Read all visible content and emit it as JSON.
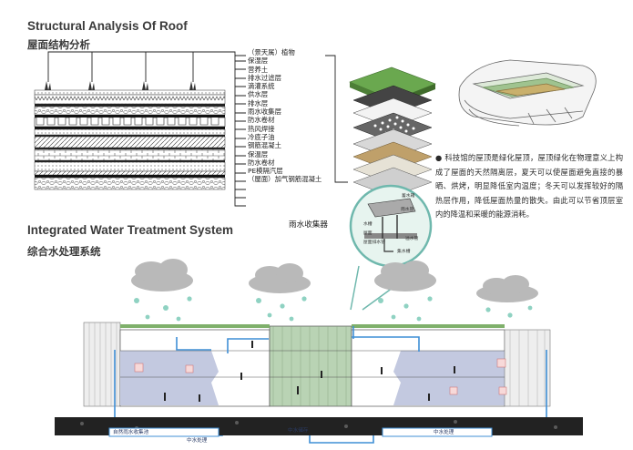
{
  "roof": {
    "title_en": "Structural Analysis Of Roof",
    "title_cn": "屋面结构分析",
    "layers": [
      "（景天属）植物",
      "保湿层",
      "营养土",
      "排水过滤层",
      "滴灌系统",
      "供水层",
      "排水层",
      "雨水收集层",
      "防水卷材",
      "热风焊接",
      "冷底子油",
      "钢筋混凝土",
      "保温层",
      "防水卷材",
      "PE模隔汽层",
      "（屋面）加气钢筋混凝土"
    ],
    "collector_label": "雨水收集器",
    "description": "● 科技馆的屋顶是绿化屋顶，屋顶绿化在物理意义上构成了屋面的天然隔离层，夏天可以使屋面避免直接的暴晒、烘烤，明显降低室内温度；冬天可以发挥较好的隔热层作用，降低屋面热量的散失。由此可以节省顶层室内的降温和采暖的能源消耗。"
  },
  "water": {
    "title_en": "Integrated Water Treatment System",
    "title_cn": "综合水处理系统",
    "callout_labels": [
      "蓄水箱",
      "水槽",
      "屋面",
      "屋面排水管",
      "雨水管",
      "溢水管",
      "集水槽"
    ],
    "pipe_labels": [
      "自然雨水收集池",
      "中水处理",
      "中水储存",
      "中水处理"
    ]
  },
  "colors": {
    "pipe": "#3f8fd6",
    "green_volume": "#b9d3b4",
    "blue_room": "#c3c9e0",
    "soil": "#222222"
  }
}
